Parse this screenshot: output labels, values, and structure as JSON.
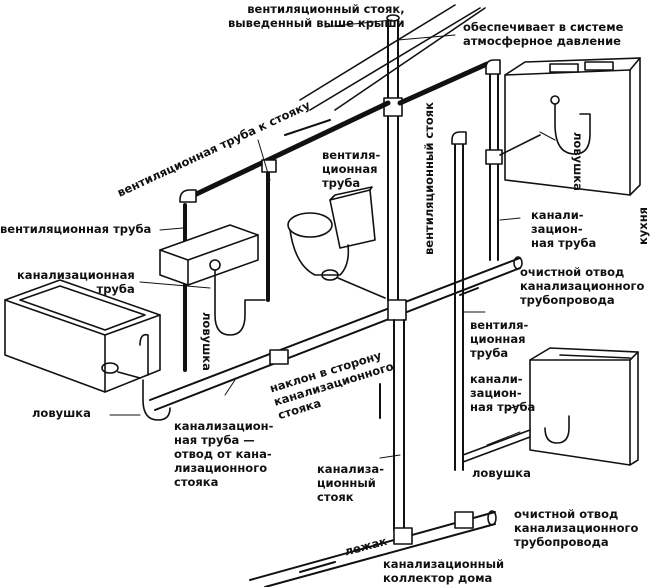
{
  "diagram": {
    "title": "Схема канализации и вентиляции частного дома",
    "labels": {
      "vent_stack_roof": "вентиляционный стояк,\nвыведенный выше крыши",
      "atm_pressure": "обеспечивает в системе\nатмосферное давление",
      "vent_pipe_to_stack": "вентиляционная труба к стояку",
      "vent_pipe_toilet": "вентиля-\nционная\nтруба",
      "vent_stack": "вентиляционный стояк",
      "vent_pipe_left": "вентиляционная труба",
      "sewer_pipe_sink": "канализационная\nтруба",
      "trap_sink": "ловушка",
      "trap_kitchen": "ловушка",
      "kitchen": "кухня",
      "sewer_pipe_kitchen": "канали-\nзацион-\nная труба",
      "cleanout_upper": "очистной отвод\nканализационного\nтрубопровода",
      "vent_pipe_right": "вентиля-\nционная\nтруба",
      "trap_bath": "ловушка",
      "slope": "наклон в сторону\nканализационного\nстояка",
      "sewer_branch": "канализацион-\nная труба —\nотвод от кана-\nлизационного\nстояка",
      "sewer_pipe_washer": "канали-\nзацион-\nная труба",
      "trap_washer": "ловушка",
      "sewer_stack": "канализа-\nционный\nстояк",
      "cleanout_lower": "очистной отвод\nканализационного\nтрубопровода",
      "lezhak": "лежак",
      "house_collector": "канализационный\nколлектор дома"
    }
  }
}
